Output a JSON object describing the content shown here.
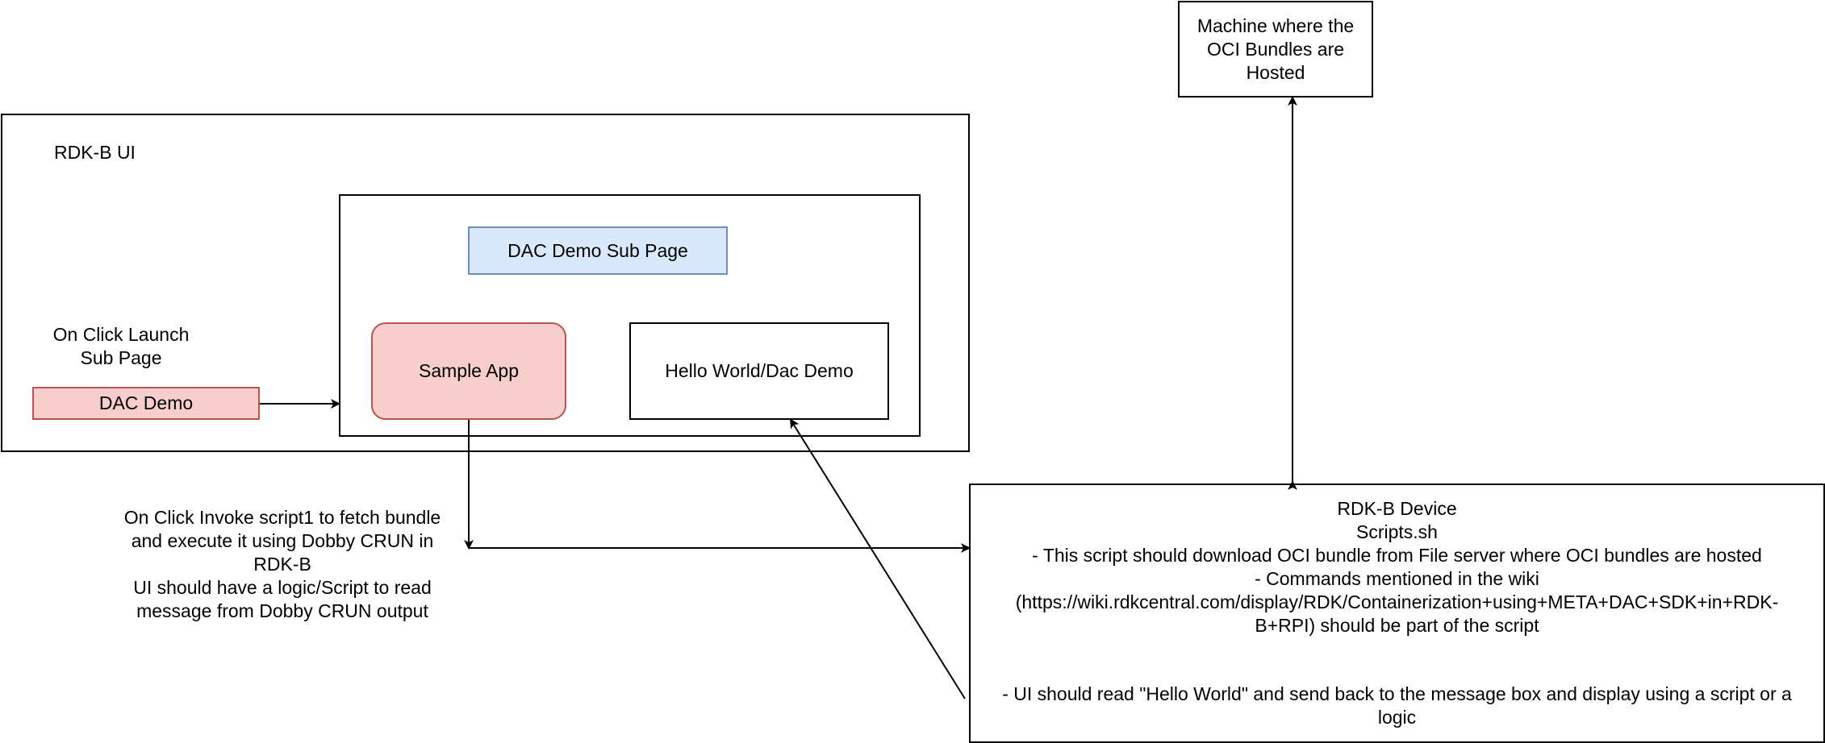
{
  "nodes": {
    "ui_container": {
      "title": "RDK-B UI"
    },
    "launch_caption": {
      "lines": [
        "On Click Launch",
        "Sub Page"
      ]
    },
    "dac_demo_button": {
      "label": "DAC Demo",
      "fill": "#f8cecc",
      "stroke": "#b85450"
    },
    "subpage_title": {
      "label": "DAC Demo Sub Page",
      "fill": "#dae8fc",
      "stroke": "#6c8ebf"
    },
    "sample_app": {
      "label": "Sample App",
      "fill": "#f8cecc",
      "stroke": "#b85450"
    },
    "hello_world": {
      "label": "Hello World/Dac Demo"
    },
    "oci_host": {
      "lines": [
        "Machine where the",
        "OCI Bundles are",
        "Hosted"
      ]
    },
    "invoke_caption": {
      "lines": [
        "On Click Invoke script1 to fetch bundle",
        "and execute it using Dobby CRUN in",
        "RDK-B",
        "UI should have a logic/Script to read",
        "message from Dobby CRUN output"
      ]
    },
    "device": {
      "lines": [
        "RDK-B Device",
        "Scripts.sh",
        "- This script should download OCI bundle from File server where OCI bundles are hosted",
        "- Commands mentioned in the wiki",
        "(https://wiki.rdkcentral.com/display/RDK/Containerization+using+META+DAC+SDK+in+RDK-",
        "B+RPI) should be part of the script"
      ],
      "footer_lines": [
        "- UI should read \"Hello World\" and send back to the message box and display using a script or a",
        "logic"
      ]
    }
  },
  "edges": [
    {
      "from": "dac_demo_button",
      "to": "subpage_container",
      "arrow": "end"
    },
    {
      "from": "sample_app",
      "to": "device",
      "arrow": "end"
    },
    {
      "from": "device",
      "to": "hello_world",
      "arrow": "end"
    },
    {
      "from": "device",
      "to": "oci_host",
      "arrow": "both"
    }
  ]
}
